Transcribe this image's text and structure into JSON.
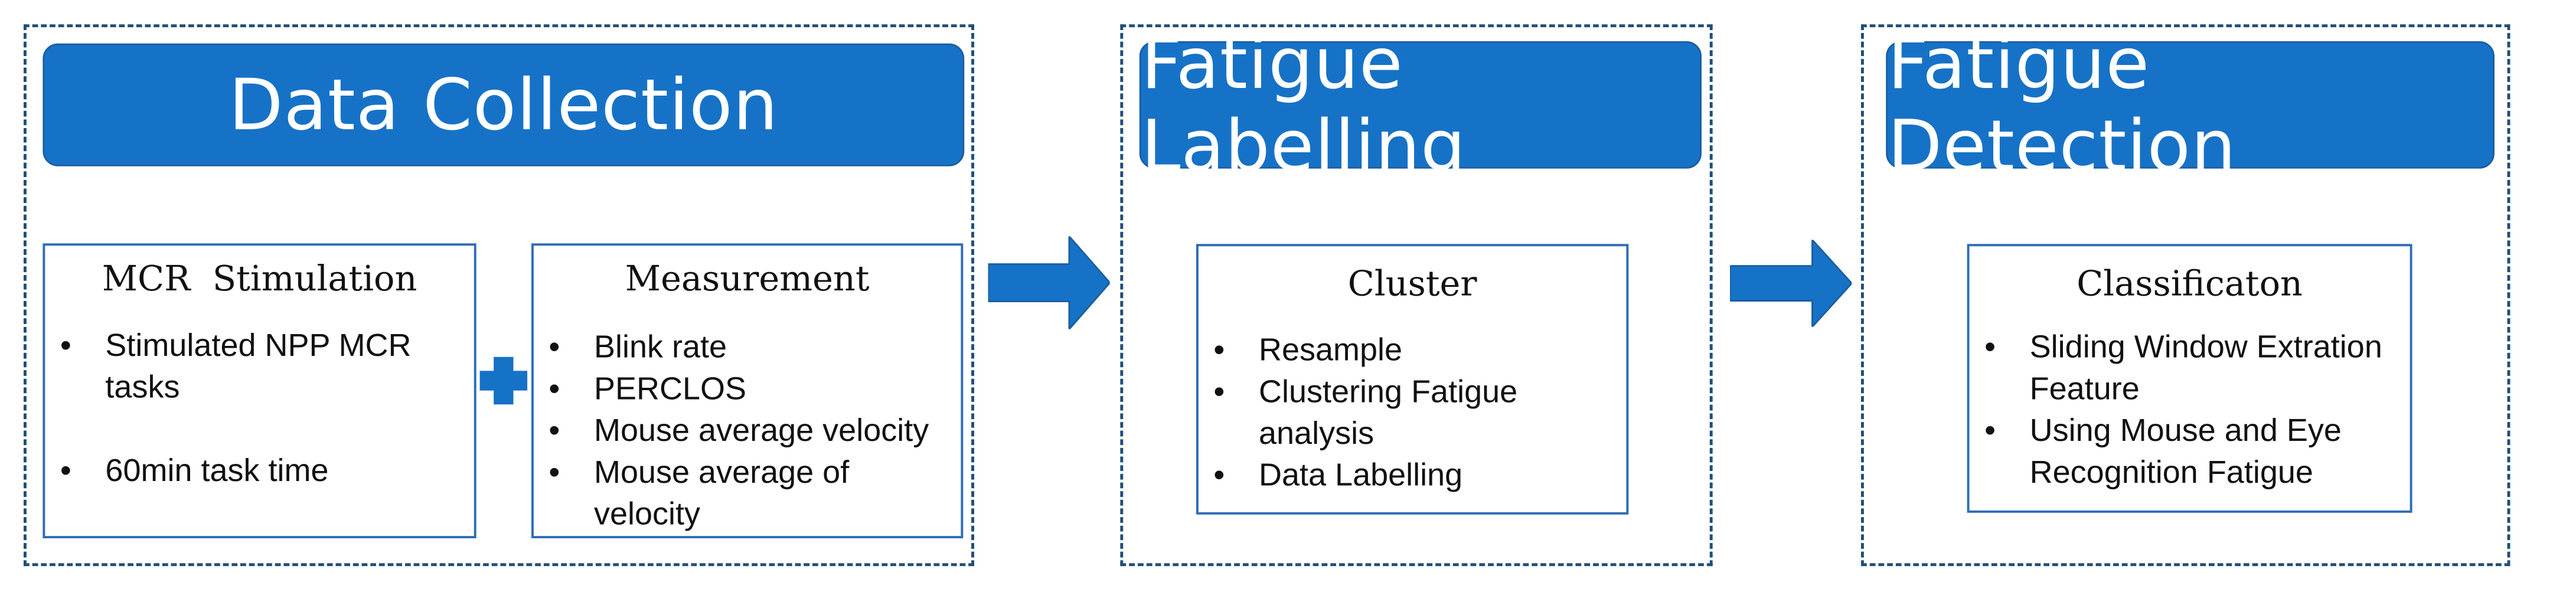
{
  "panels": [
    {
      "title": "Data Collection",
      "boxes": [
        {
          "title": "MCR  Stimulation",
          "items": [
            "Stimulated NPP MCR tasks",
            "60min task time"
          ]
        },
        {
          "title": "Measurement",
          "items": [
            "Blink rate",
            "PERCLOS",
            "Mouse average velocity",
            "Mouse average of velocity"
          ]
        }
      ]
    },
    {
      "title": "Fatigue Labelling",
      "boxes": [
        {
          "title": "Cluster",
          "items": [
            "Resample",
            "Clustering Fatigue analysis",
            "Data Labelling"
          ]
        }
      ]
    },
    {
      "title": "Fatigue Detection",
      "boxes": [
        {
          "title": "Classificaton",
          "items": [
            "Sliding Window Extration Feature",
            "Using Mouse and Eye Recognition Fatigue"
          ]
        }
      ]
    }
  ],
  "colors": {
    "header_fill": "#1672c7",
    "arrow_fill": "#1672c7",
    "dash_border": "#1f4e79",
    "box_border": "#2e6db4"
  },
  "icons": {
    "connector": "plus-icon",
    "flow": "right-arrow-icon"
  }
}
